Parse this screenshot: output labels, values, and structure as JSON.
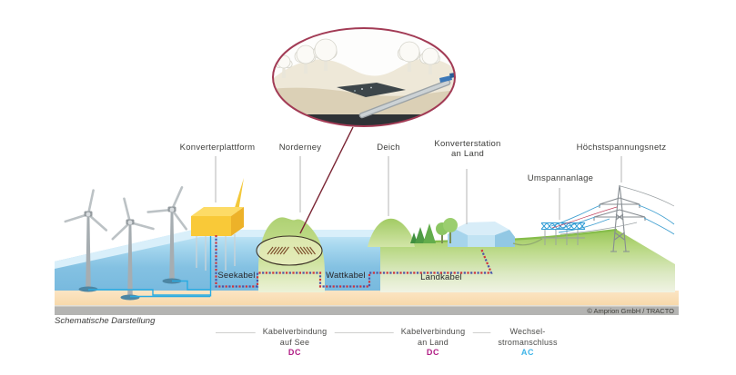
{
  "callouts": {
    "konverterplattform": "Konverterplattform",
    "norderney": "Norderney",
    "deich": "Deich",
    "konverterstation_an_land": "Konverterstation\nan Land",
    "umspannanlage": "Umspannanlage",
    "hoechstspannungsnetz": "Höchstspannungsnetz"
  },
  "cable_labels": {
    "seekabel": "Seekabel",
    "wattkabel": "Wattkabel",
    "landkabel": "Landkabel"
  },
  "legend": {
    "sea_dc": {
      "line1": "Kabelverbindung",
      "line2": "auf See",
      "current": "DC"
    },
    "land_dc": {
      "line1": "Kabelverbindung",
      "line2": "an Land",
      "current": "DC"
    },
    "ac": {
      "line1": "Wechsel-",
      "line2": "stromanschluss",
      "current": "AC"
    }
  },
  "footer": {
    "note": "Schematische Darstellung",
    "credit": "© Amprion GmbH / TRACTO"
  },
  "counts": {
    "wind_turbines": 3
  },
  "colors": {
    "dc_accent": "#b01b84",
    "ac_accent": "#3eb4e8",
    "dc_cable_dot_red": "#d13239",
    "dc_cable_dot_blue": "#4953a8",
    "ac_cable_blue": "#29abe2",
    "inset_ring": "#a23b55",
    "platform_yellow": "#f9c938"
  }
}
